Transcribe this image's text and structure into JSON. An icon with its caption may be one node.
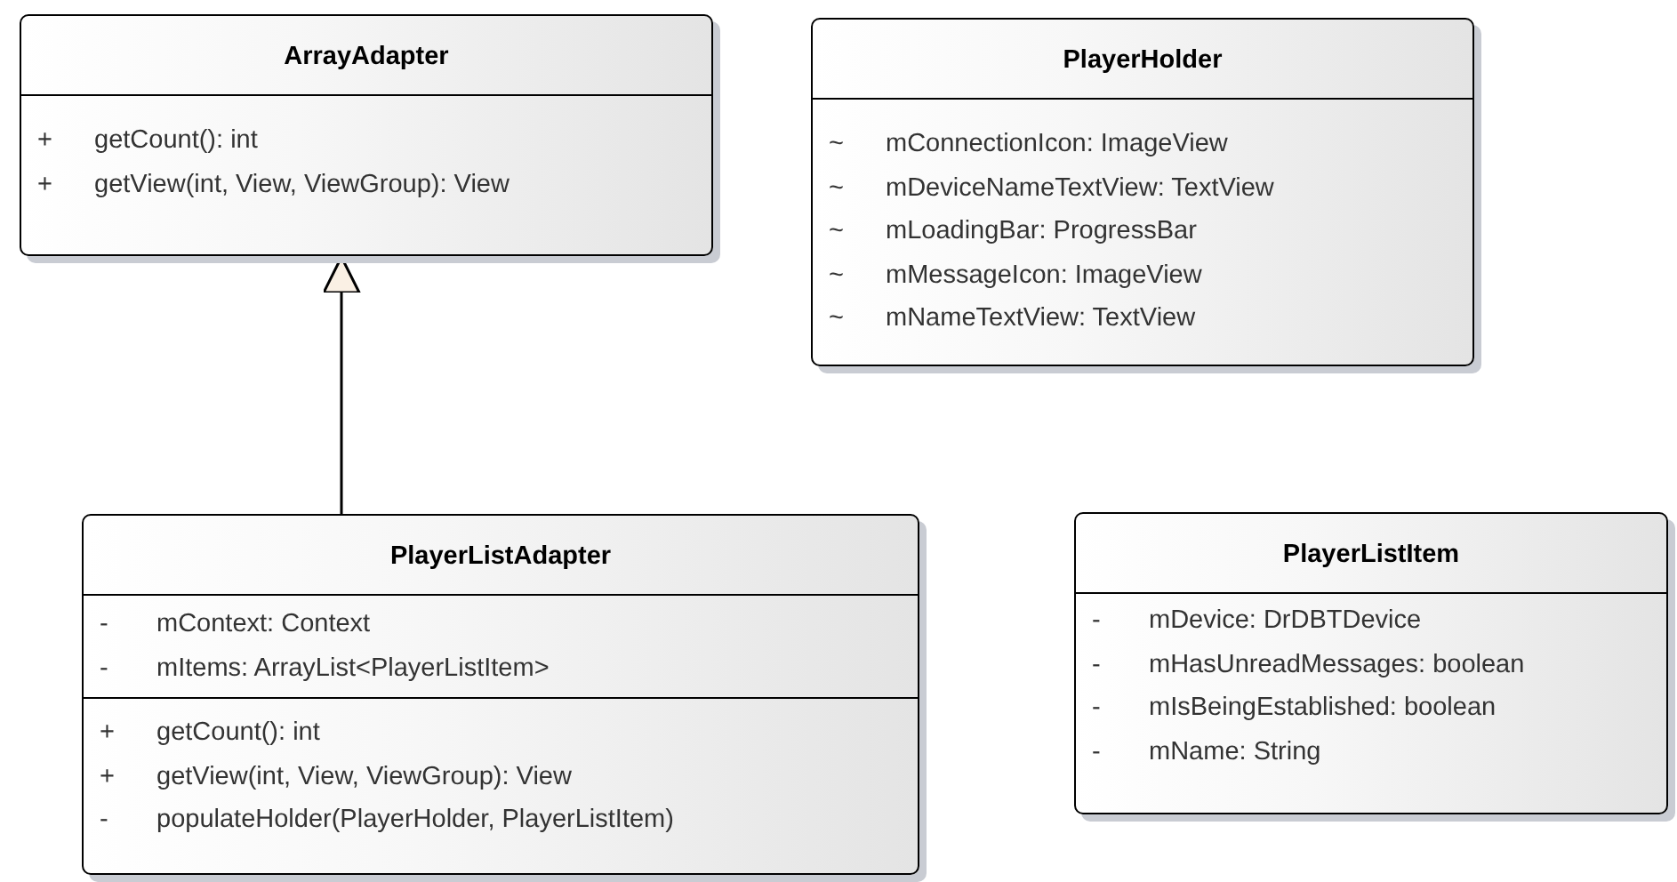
{
  "diagram": {
    "nodes": [
      {
        "text": [
          "ArrayAdapter",
          "+ getCount(): int",
          "+ getView(int, View, ViewGroup): View"
        ]
      },
      {
        "text": [
          "PlayerHolder",
          "~ mConnectionIcon: ImageView",
          "~ mDeviceNameTextView: TextView",
          "~ mLoadingBar: ProgressBar",
          "~ mMessageIcon: ImageView",
          "~ mNameTextView: TextView"
        ]
      },
      {
        "text": [
          "PlayerListAdapter",
          "- mContext: Context",
          "- mItems: ArrayList<PlayerListItem>",
          "+ getCount(): int",
          "+ getView(int, View, ViewGroup): View",
          "- populateHolder(PlayerHolder, PlayerListItem)"
        ]
      },
      {
        "text": [
          "PlayerListItem",
          "- mDevice: DrDBTDevice",
          "- mHasUnreadMessages: boolean",
          "- mIsBeingEstablished: boolean",
          "- mName: String"
        ]
      }
    ],
    "edges": [
      {
        "from": 2,
        "to": 0,
        "arrow": "to"
      }
    ]
  }
}
